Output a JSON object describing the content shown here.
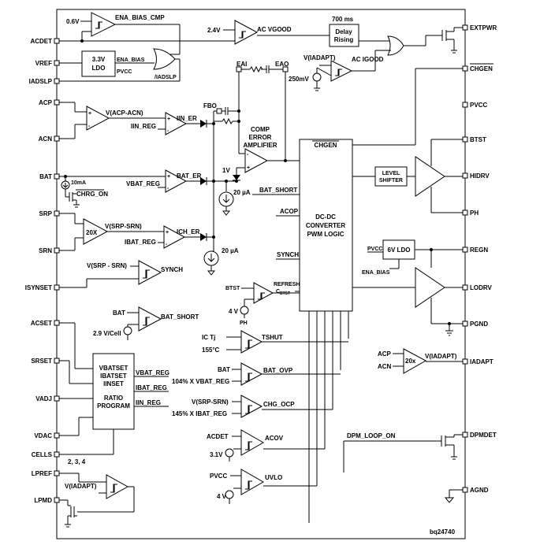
{
  "pins_left": {
    "acdet": "ACDET",
    "vref": "VREF",
    "iadslp": "IADSLP",
    "acp": "ACP",
    "acn": "ACN",
    "bat": "BAT",
    "srp": "SRP",
    "srn": "SRN",
    "isynset": "ISYNSET",
    "acset": "ACSET",
    "srset": "SRSET",
    "vadj": "VADJ",
    "vdac": "VDAC",
    "cells": "CELLS",
    "lpref": "LPREF",
    "lpmd": "LPMD"
  },
  "pins_right": {
    "extpwr": "EXTPWR",
    "chgen": "CHGEN",
    "pvcc": "PVCC",
    "btst": "BTST",
    "hidrv": "HIDRV",
    "ph": "PH",
    "regn": "REGN",
    "lodrv": "LODRV",
    "pgnd": "PGND",
    "iadapt": "IADAPT",
    "dpmdet": "DPMDET",
    "agnd": "AGND"
  },
  "labels": {
    "v06": "0.6V",
    "ena_bias_cmp": "ENA_BIAS_CMP",
    "v24": "2.4V",
    "ac_vgood": "AC VGOOD",
    "ms700": "700 ms",
    "delay": "Delay",
    "rising": "Rising",
    "ldo33_a": "3.3V",
    "ldo33_b": "LDO",
    "ena_bias": "ENA_BIAS",
    "pvcc_in": "PVCC",
    "iadslp_int": "/IADSLP",
    "v_iadapt": "V(IADAPT)",
    "ac_igood": "AC IGOOD",
    "mv250": "250mV",
    "eai": "EAI",
    "eao": "EAO",
    "fbo": "FBO",
    "v_acp_acn": "V(ACP-ACN)",
    "iin_reg": "IIN_REG",
    "iin_er": "IIN_ER",
    "comp1": "COMP",
    "comp2": "ERROR",
    "comp3": "AMPLIFIER",
    "ma10": "10mA",
    "chrg_on": "CHRG_ON",
    "vbat_reg": "VBAT_REG",
    "bat_er": "BAT_ER",
    "v1": "1V",
    "ua20a": "20 µA",
    "bat_short": "BAT_SHORT",
    "chgen_int": "CHGEN",
    "x20": "20X",
    "v_srp_srn": "V(SRP-SRN)",
    "ibat_reg": "IBAT_REG",
    "ich_er": "ICH_ER",
    "ua20b": "20 µA",
    "acop": "ACOP",
    "dcdc1": "DC-DC",
    "dcdc2": "CONVERTER",
    "dcdc3": "PWM LOGIC",
    "level1": "LEVEL",
    "level2": "SHIFTER",
    "ldo6": "6V LDO",
    "pvcc_ldo": "PVCC",
    "ena_bias_ldo": "ENA_BIAS",
    "v_srp_srn2": "V(SRP - SRN)",
    "synch_a": "SYNCH",
    "synch_b": "SYNCH",
    "btst_in": "BTST",
    "refresh": "REFRESH",
    "cbtst": "C",
    "cbtst_sub": "BTST",
    "v4a": "4 V",
    "ph_in": "PH",
    "bat_in": "BAT",
    "v29": "2.9 V/Cell",
    "bat_short_out": "BAT_SHORT",
    "ic_tj": "IC Tj",
    "tshut": "TSHUT",
    "c155": "155°C",
    "vbatset": "VBATSET",
    "ibatset": "IBATSET",
    "iinset": "IINSET",
    "ratio1": "RATIO",
    "ratio2": "PROGRAM",
    "vbat_reg_o": "VBAT_REG",
    "ibat_reg_o": "IBAT_REG",
    "iin_reg_o": "IIN_REG",
    "bat_ovp_in": "BAT",
    "bat_ovp": "BAT_OVP",
    "pct104": "104% X VBAT_REG",
    "vsrp_srn3": "V(SRP-SRN)",
    "chg_ocp": "CHG_OCP",
    "pct145": "145% X IBAT_REG",
    "acdet_in": "ACDET",
    "acov": "ACOV",
    "v31": "3.1V",
    "pvcc_uv": "PVCC",
    "uvlo": "UVLO",
    "v4b": "4 V",
    "cells_num": "2, 3, 4",
    "v_iadapt2": "V(IADAPT)",
    "acp_in": "ACP",
    "acn_in": "ACN",
    "x20b": "20x",
    "v_iadapt3": "V(IADAPT)",
    "dpm_loop_on": "DPM_LOOP_ON",
    "part": "bq24740"
  }
}
